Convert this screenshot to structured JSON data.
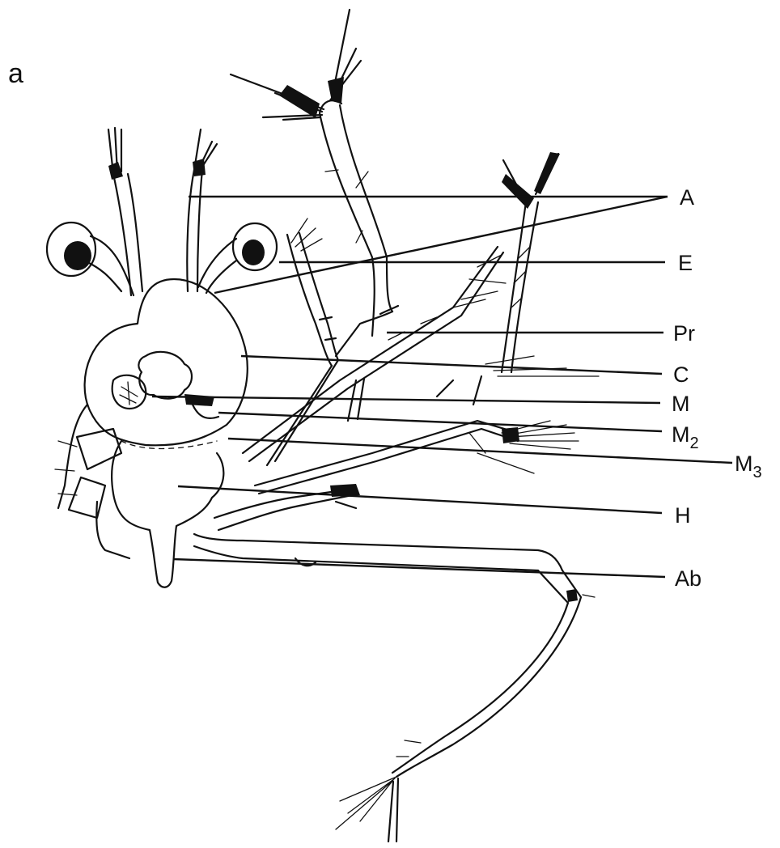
{
  "figure": {
    "panel_label": "a",
    "labels": {
      "A": "A",
      "E": "E",
      "Pr": "Pr",
      "C": "C",
      "M": "M",
      "M2_base": "M",
      "M2_sub": "2",
      "M3_base": "M",
      "M3_sub": "3",
      "H": "H",
      "Ab": "Ab"
    }
  }
}
